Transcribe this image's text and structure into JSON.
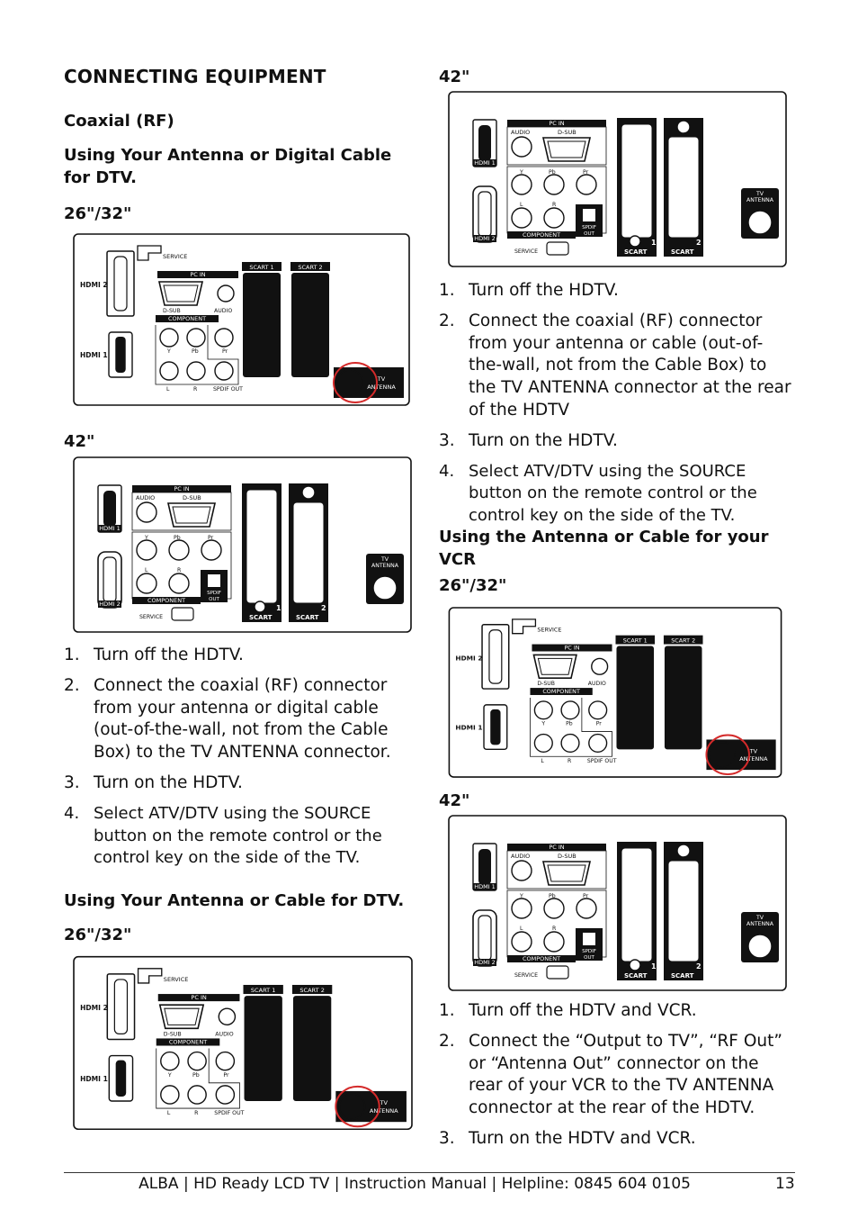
{
  "heading": "CONNECTING EQUIPMENT",
  "section_coaxial": "Coaxial (RF)",
  "sub_digital": "Using Your Antenna or Digital Cable for DTV.",
  "size_2632": "26\"/32\"",
  "size_42": "42\"",
  "steps_digital": [
    {
      "n": "1.",
      "text": "Turn off the HDTV."
    },
    {
      "n": "2.",
      "text": "Connect the coaxial (RF) connector from your antenna or digital cable (out-of-the-wall, not from the Cable Box) to the TV ANTENNA connector."
    },
    {
      "n": "3.",
      "text": "Turn on the HDTV."
    },
    {
      "n": "4.",
      "text": "Select ATV/DTV using the SOURCE button on the remote control or the control key on the side of the TV."
    }
  ],
  "sub_cable_dtv": "Using Your Antenna or Cable for DTV.",
  "steps_cable_dtv": [
    {
      "n": "1.",
      "text": "Turn off the HDTV."
    },
    {
      "n": "2.",
      "text": "Connect the coaxial (RF) connector from your antenna or cable (out-of-the-wall, not from the Cable Box) to the TV ANTENNA connector at the rear of the HDTV"
    },
    {
      "n": "3.",
      "text": "Turn on the HDTV."
    },
    {
      "n": "4.",
      "text": "Select ATV/DTV using the SOURCE button on the remote control or the control key on the side of the TV."
    }
  ],
  "sub_vcr": "Using the Antenna or Cable for your VCR",
  "steps_vcr": [
    {
      "n": "1.",
      "text": "Turn off the HDTV and VCR."
    },
    {
      "n": "2.",
      "text": "Connect the “Output to TV”, “RF Out” or “Antenna Out” connector on the rear of your VCR to the TV ANTENNA connector at the rear of the HDTV."
    },
    {
      "n": "3.",
      "text": "Turn on the HDTV and VCR."
    }
  ],
  "panel_labels": {
    "service": "SERVICE",
    "pc_in": "PC IN",
    "d_sub": "D-SUB",
    "audio": "AUDIO",
    "component": "COMPONENT",
    "y": "Y",
    "pb": "Pb",
    "pr": "Pr",
    "l": "L",
    "r": "R",
    "spdif_out": "SPDIF OUT",
    "spdif": "SPDIF",
    "out": "OUT",
    "hdmi1": "HDMI 1",
    "hdmi2": "HDMI 2",
    "scart1": "SCART 1",
    "scart2": "SCART 2",
    "scart": "SCART",
    "one": "1",
    "two": "2",
    "tv": "TV",
    "antenna": "ANTENNA"
  },
  "highlight_color": "#d42a2a",
  "footer": {
    "text": "ALBA | HD Ready LCD TV | Instruction Manual | Helpline: 0845 604 0105",
    "page": "13"
  }
}
